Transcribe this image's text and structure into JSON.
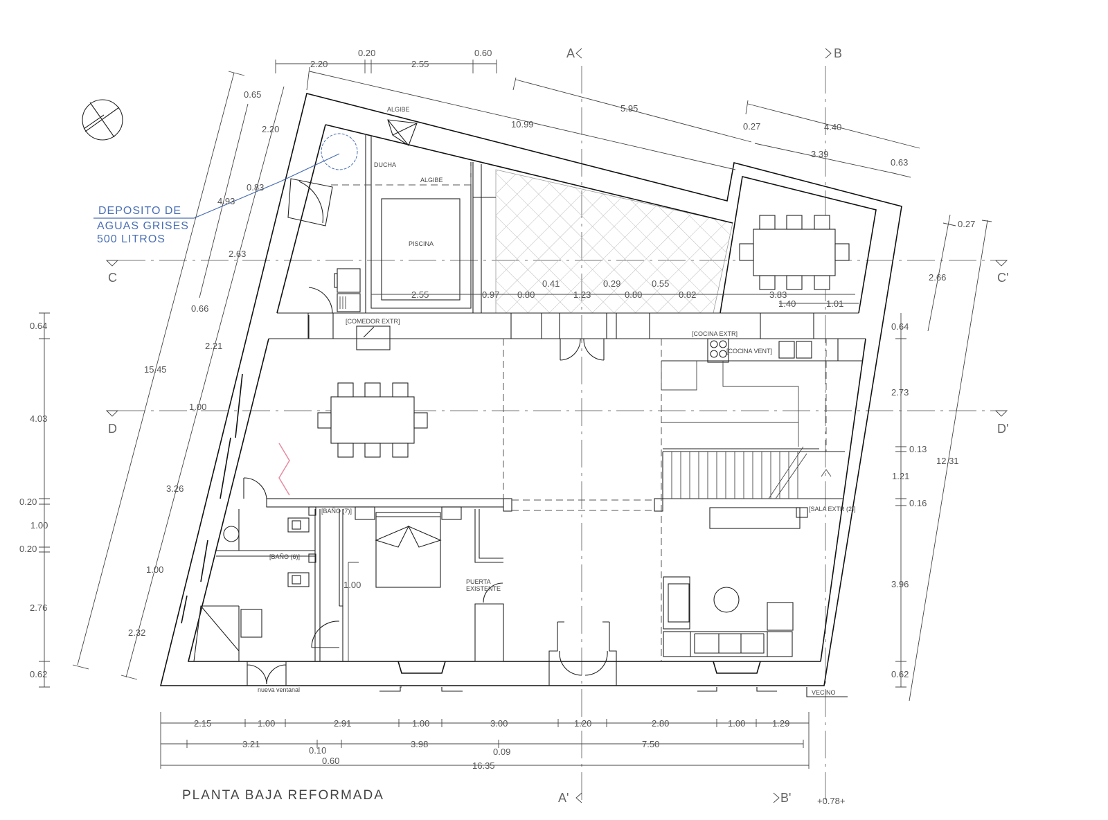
{
  "title": "PLANTA BAJA REFORMADA",
  "level_mark": "+0.78+",
  "section_markers": {
    "a": "A",
    "b": "B",
    "a_prime": "A'",
    "b_prime": "B'",
    "c": "C",
    "c_prime": "C'",
    "d": "D",
    "d_prime": "D'"
  },
  "annotation_deposito": [
    "DEPOSITO DE",
    "AGUAS GRISES",
    "500 LITROS"
  ],
  "colors": {
    "lines": "#111111",
    "dimension_text": "#555555",
    "annotation": "#4a6fb5",
    "hatch": "#bbbbbb",
    "pink_marker": "#e88aa0"
  },
  "rooms": {
    "algibe_top": "ALGIBE",
    "ducha": "DUCHA",
    "algibe": "ALGIBE",
    "piscina": "PISCINA",
    "comedor_extr": "[COMEDOR EXTR]",
    "cocina_extr": "[COCINA EXTR]",
    "cocina_vent": "[COCINA VENT]",
    "bano7": "[BAÑO (7)]",
    "bano6": "[BAÑO (6)]",
    "sala_extr": "[SALA EXTR (2)]",
    "puerta": "PUERTA",
    "existente": "EXISTENTE",
    "nueva_ventanal": "nueva ventanal",
    "vecino": "VECINO"
  },
  "dimensions": {
    "top": [
      "0.20",
      "0.60",
      "2.20",
      "2.55"
    ],
    "top_slanted": [
      "10.99",
      "5.95",
      "0.27",
      "4.40",
      "3.39",
      "0.63"
    ],
    "left_slanted": [
      "0.65",
      "2.20",
      "0.83",
      "4.93",
      "2.63",
      "0.66",
      "2.21",
      "15.45",
      "1.00",
      "3.26",
      "1.00",
      "2.32"
    ],
    "left_vertical": [
      "0.64",
      "4.03",
      "0.20",
      "1.00",
      "0.20",
      "2.76",
      "0.62"
    ],
    "right": [
      "0.27",
      "2.66",
      "12.31",
      "0.64",
      "2.73",
      "0.13",
      "1.21",
      "0.16",
      "3.96",
      "0.62"
    ],
    "interior": [
      "2.55",
      "0.97",
      "0.80",
      "0.41",
      "1.23",
      "0.29",
      "0.80",
      "0.55",
      "0.82",
      "3.83",
      "1.40",
      "1.01",
      "1.00"
    ],
    "bottom_row1": [
      "2.15",
      "1.00",
      "2.91",
      "1.00",
      "3.00",
      "1.20",
      "2.80",
      "1.00",
      "1.29"
    ],
    "bottom_row2": [
      "3.21",
      "0.10",
      "3.98",
      "0.09",
      "7.50"
    ],
    "bottom_row3": [
      "0.60",
      "16.35"
    ]
  }
}
